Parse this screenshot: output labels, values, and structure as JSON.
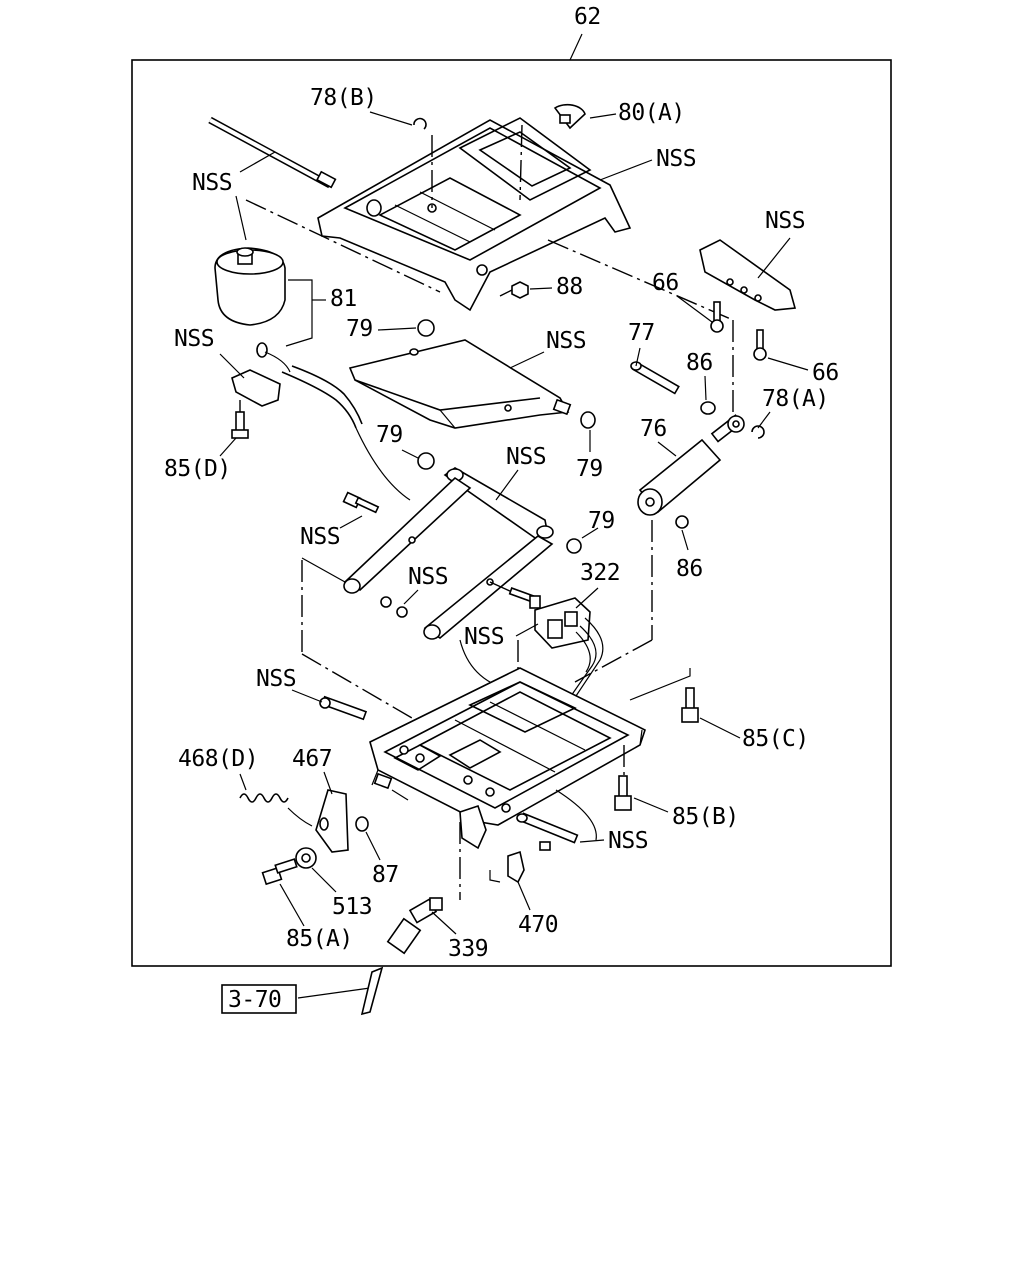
{
  "diagram": {
    "assembly_number": "62",
    "reference_box": "3-70",
    "callouts": {
      "c78b": "78(B)",
      "c80a": "80(A)",
      "nss_top_left": "NSS",
      "nss_top_frame": "NSS",
      "nss_bracket_right": "NSS",
      "c81": "81",
      "c88": "88",
      "c66a": "66",
      "c66b": "66",
      "c79a": "79",
      "nss_clip_left": "NSS",
      "nss_upper_arm": "NSS",
      "c77": "77",
      "c86a": "86",
      "c78a": "78(A)",
      "c76": "76",
      "c85d": "85(D)",
      "c79b": "79",
      "c79c": "79",
      "nss_lower_arm": "NSS",
      "c79d": "79",
      "c86b": "86",
      "nss_left_link": "NSS",
      "nss_pivot": "NSS",
      "c322": "322",
      "nss_switch": "NSS",
      "nss_pin": "NSS",
      "c468d": "468(D)",
      "c467": "467",
      "c85c": "85(C)",
      "c85b": "85(B)",
      "c87": "87",
      "nss_bottom_right": "NSS",
      "c513": "513",
      "c470": "470",
      "c85a": "85(A)",
      "c339": "339"
    }
  }
}
